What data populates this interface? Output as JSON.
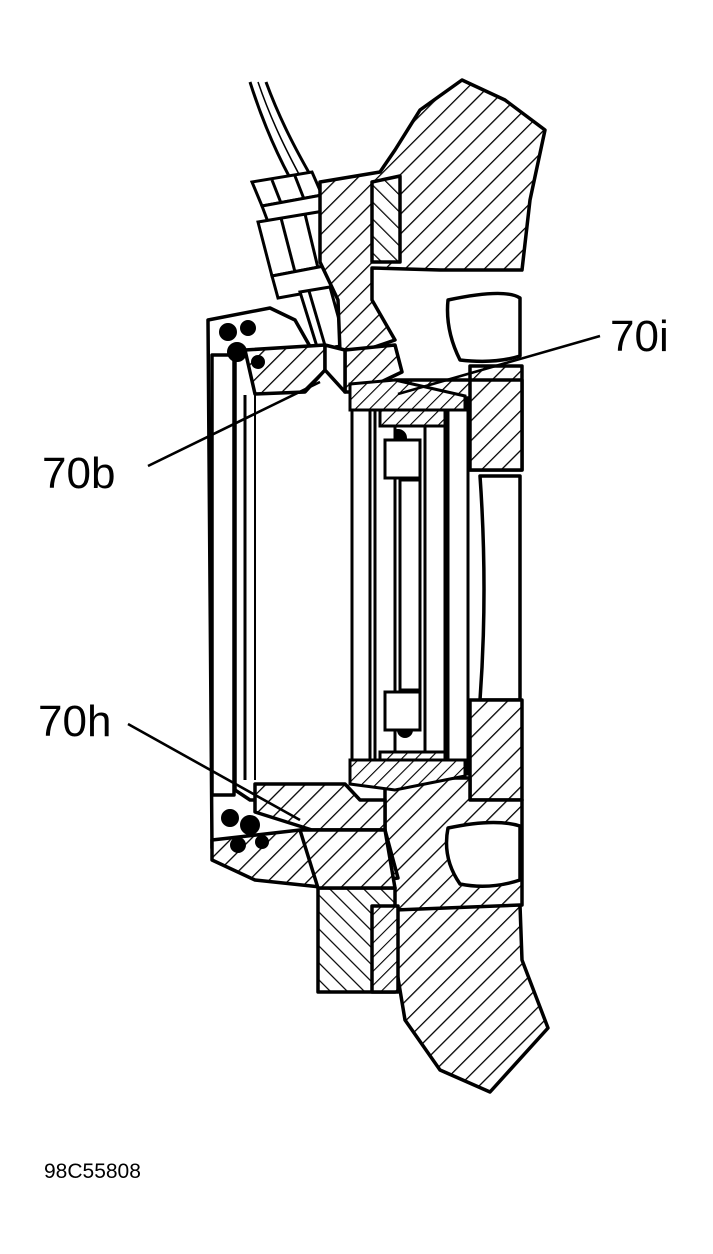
{
  "callouts": {
    "c70i": "70i",
    "c70b": "70b",
    "c70h": "70h"
  },
  "figure_code": "98C55808",
  "colors": {
    "ink": "#000000",
    "paper": "#ffffff"
  }
}
